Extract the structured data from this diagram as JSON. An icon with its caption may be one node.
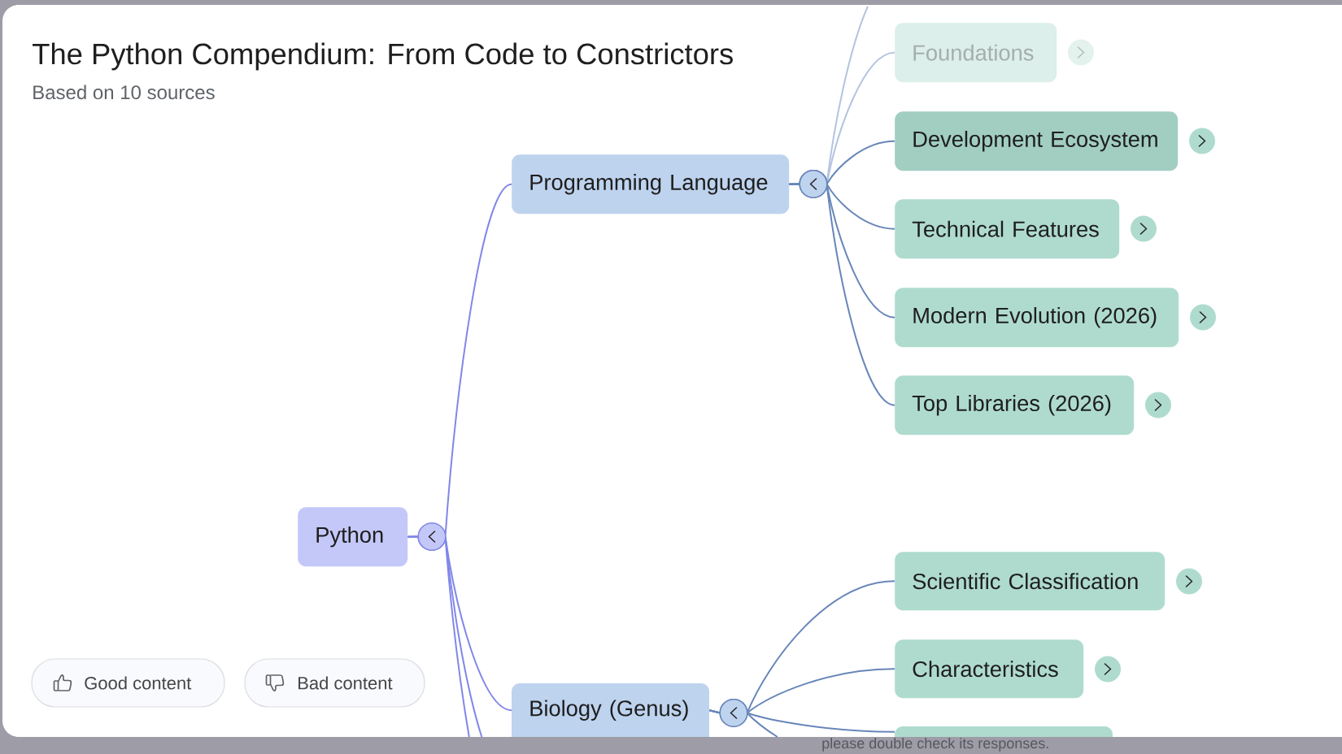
{
  "diagram": {
    "title": "The Python Compendium: From Code to Constrictors",
    "nodes": [
      {
        "text": [
          "Python"
        ]
      },
      {
        "text": [
          "Programming Language"
        ]
      },
      {
        "text": [
          "Foundations"
        ]
      },
      {
        "text": [
          "Development Ecosystem"
        ]
      },
      {
        "text": [
          "Technical Features"
        ]
      },
      {
        "text": [
          "Modern Evolution (2026)"
        ]
      },
      {
        "text": [
          "Top Libraries (2026)"
        ]
      },
      {
        "text": [
          "Biology (Genus)"
        ]
      },
      {
        "text": [
          "Scientific Classification"
        ]
      },
      {
        "text": [
          "Characteristics"
        ]
      },
      {
        "text": [],
        "shape": "box"
      }
    ],
    "edges": [
      {
        "from": 0,
        "to": 1,
        "arrow": "none",
        "color": "#8187e8"
      },
      {
        "from": 0,
        "to": 7,
        "arrow": "none",
        "color": "#8187e8"
      },
      {
        "from": 0,
        "to": null,
        "arrow": "none",
        "color": "#8187e8"
      },
      {
        "from": 0,
        "to": null,
        "arrow": "none",
        "color": "#8187e8"
      },
      {
        "from": 1,
        "to": null,
        "arrow": "none",
        "color": "#b4c4e0"
      },
      {
        "from": 1,
        "to": 2,
        "arrow": "none",
        "color": "#b4c4e0"
      },
      {
        "from": 1,
        "to": 3,
        "arrow": "none"
      },
      {
        "from": 1,
        "to": 4,
        "arrow": "none"
      },
      {
        "from": 1,
        "to": 5,
        "arrow": "none"
      },
      {
        "from": 1,
        "to": 6,
        "arrow": "none"
      },
      {
        "from": 7,
        "to": 8,
        "arrow": "none"
      },
      {
        "from": 7,
        "to": 9,
        "arrow": "none"
      },
      {
        "from": 7,
        "to": 10,
        "arrow": "none"
      },
      {
        "from": 7,
        "to": null,
        "arrow": "none"
      }
    ],
    "labels": [
      "Based on 10 sources",
      "Good content",
      "Bad content",
      "please double check its responses."
    ]
  }
}
